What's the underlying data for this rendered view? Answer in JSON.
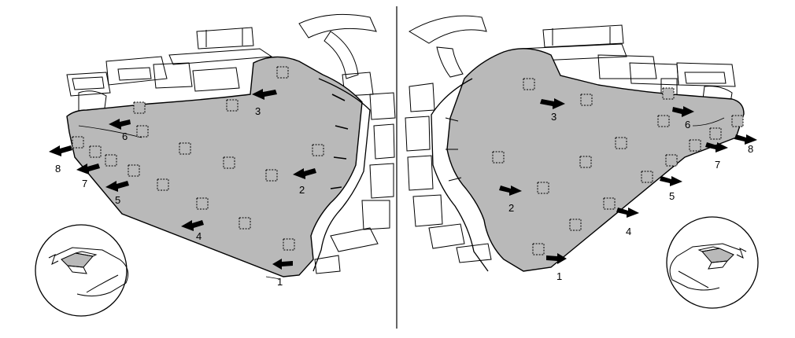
{
  "callouts": {
    "left": [
      "1",
      "2",
      "3",
      "4",
      "5",
      "6",
      "7",
      "8"
    ],
    "right": [
      "1",
      "2",
      "3",
      "4",
      "5",
      "6",
      "7",
      "8"
    ]
  },
  "colors": {
    "panel_fill": "#b9b9b9",
    "line": "#000000",
    "background": "#ffffff"
  },
  "icons": {
    "clip": "clip-marker-icon",
    "arrow": "removal-arrow-icon",
    "detail": "clip-detail-icon"
  }
}
